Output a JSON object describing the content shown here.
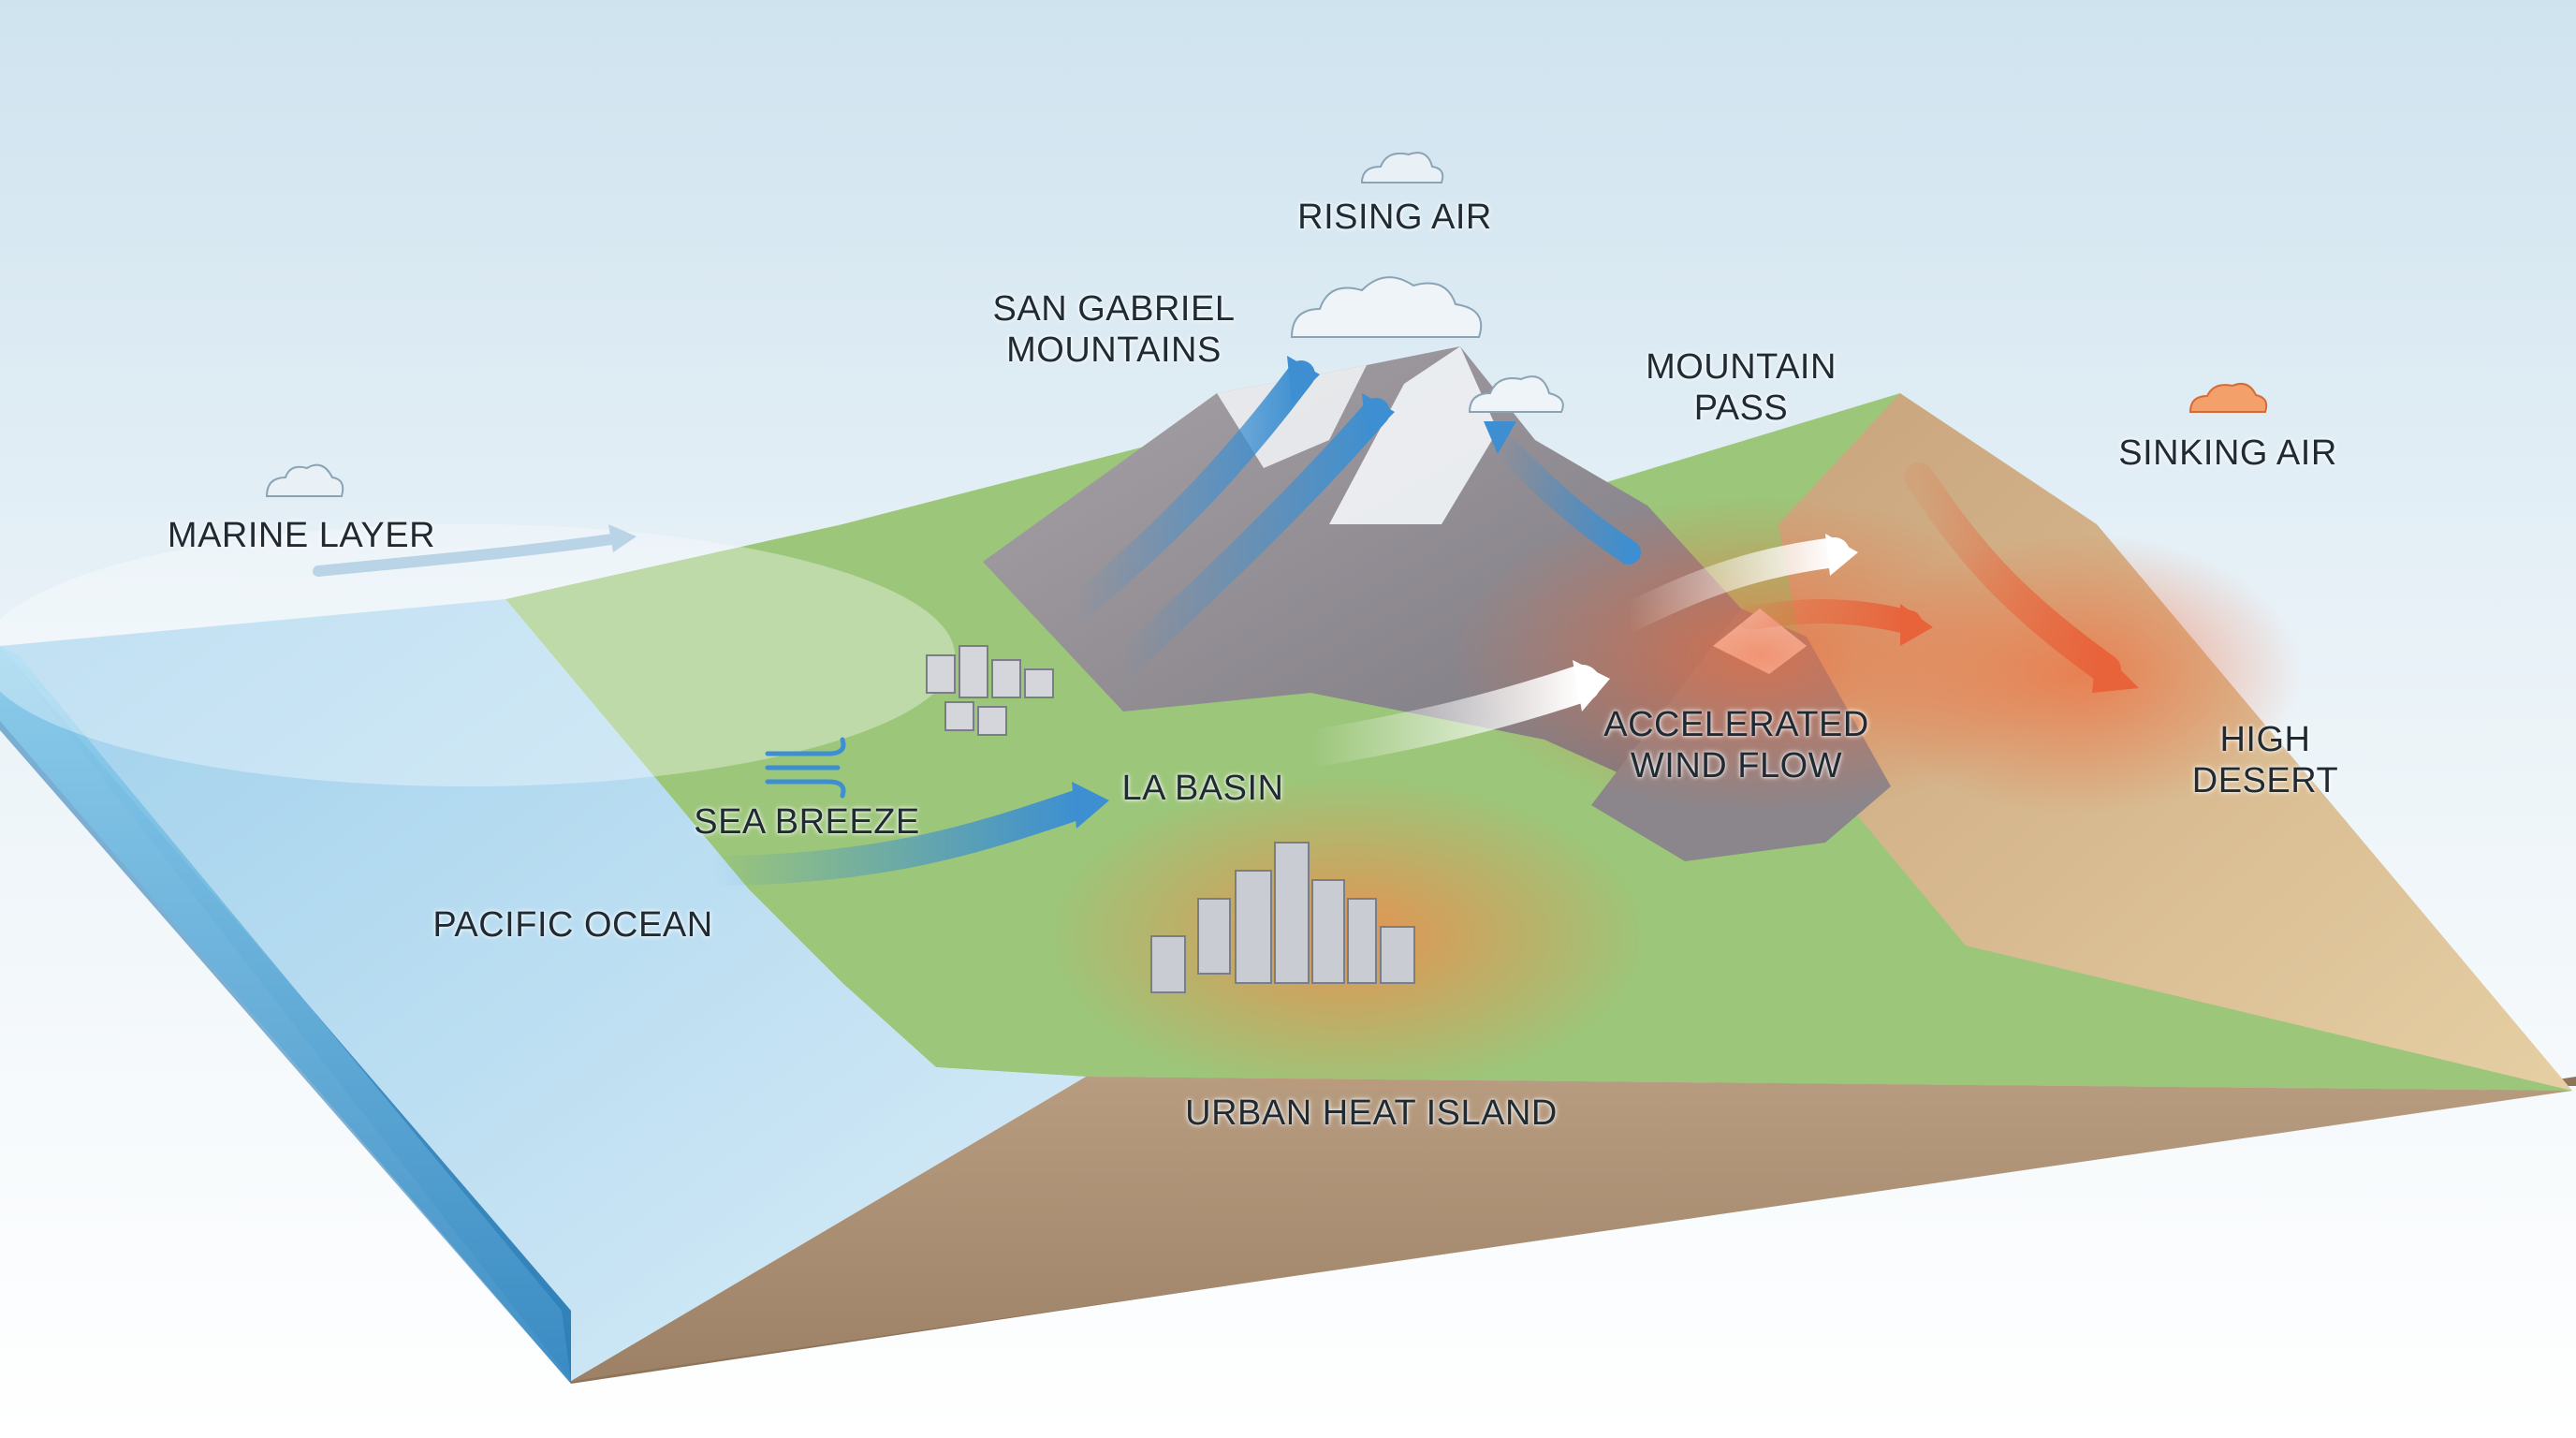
{
  "labels": {
    "rising_air": "RISING AIR",
    "san_gabriel": [
      "SAN GABRIEL",
      "MOUNTAINS"
    ],
    "mountain_pass": [
      "MOUNTAIN",
      "PASS"
    ],
    "sinking_air": "SINKING AIR",
    "marine_layer": "MARINE LAYER",
    "sea_breeze": "SEA BREEZE",
    "la_basin": "LA BASIN",
    "accelerated_wind_flow": [
      "ACCELERATED",
      "WIND FLOW"
    ],
    "high_desert": [
      "HIGH",
      "DESERT"
    ],
    "pacific_ocean": "PACIFIC OCEAN",
    "urban_heat_island": "URBAN HEAT ISLAND"
  },
  "colors": {
    "sky_top": "#cfe3ef",
    "ocean": "#8cc6e6",
    "ocean_deep": "#3f8fc4",
    "land_green": "#8fbf6a",
    "mountain": "#8f8a8c",
    "snow": "#f3f6f8",
    "desert": "#d9b98c",
    "soil": "#a58a6e",
    "cool_arrow": "#3d8fd1",
    "warm_arrow": "#e8623a",
    "hot_glow": "#f2a15a"
  },
  "icons": {
    "cloud_marine": "cloud-icon",
    "cloud_rising": "cloud-icon",
    "cloud_sinking": "warm-cloud-icon",
    "sea_breeze": "wind-icon"
  }
}
